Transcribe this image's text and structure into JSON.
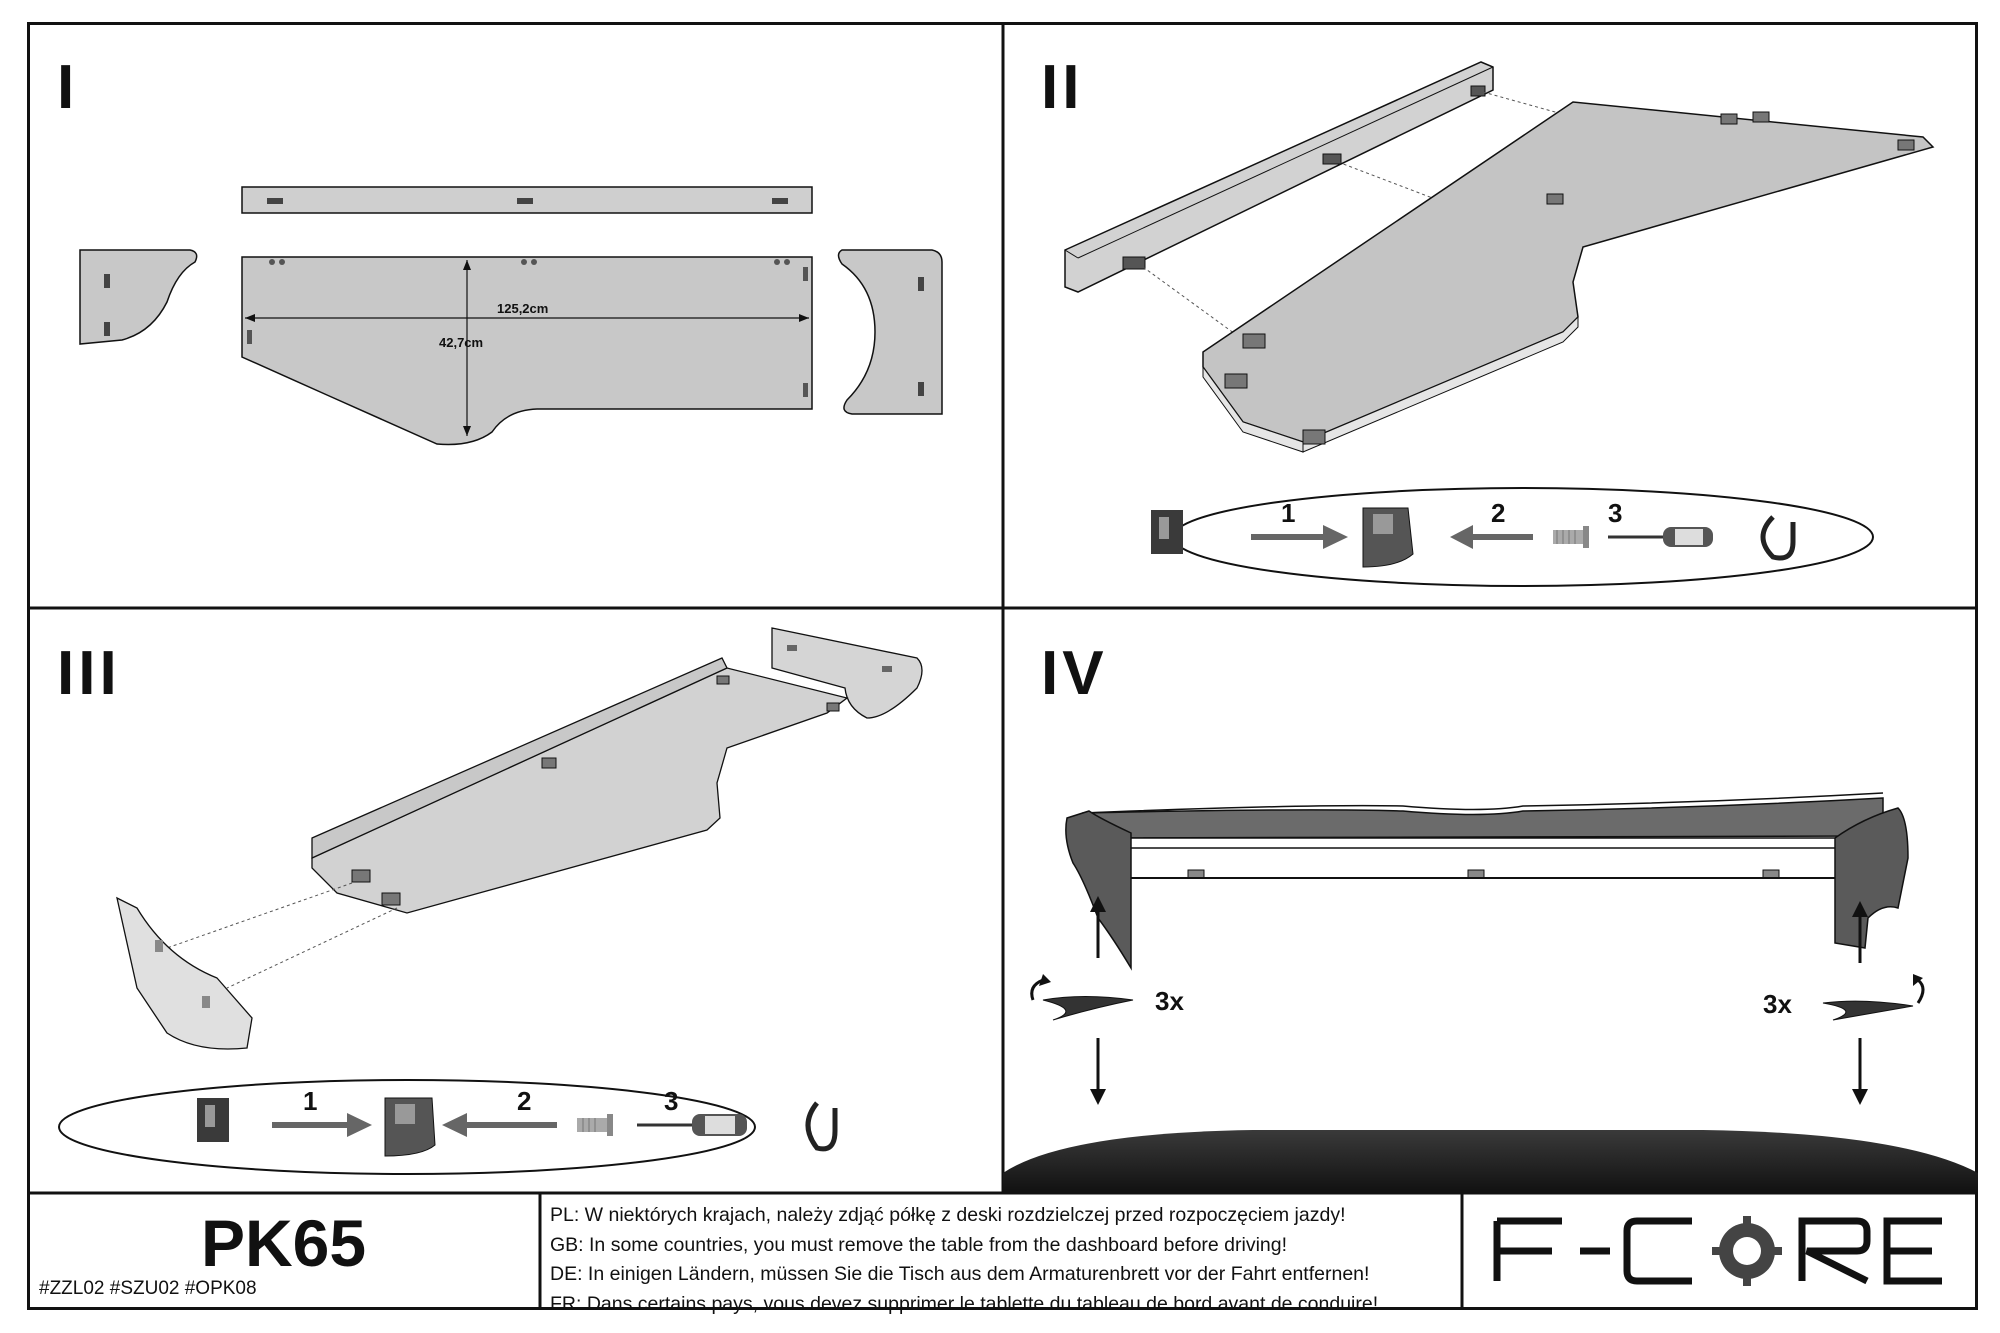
{
  "steps": {
    "step1": "I",
    "step2": "II",
    "step3": "III",
    "step4": "IV"
  },
  "dimensions": {
    "width": "125,2cm",
    "depth": "42,7cm"
  },
  "sequence": {
    "num1": "1",
    "num2": "2",
    "num3": "3"
  },
  "turns": {
    "left": "3x",
    "right": "3x"
  },
  "product": {
    "model": "PK65",
    "codes": "#ZZL02  #SZU02  #OPK08"
  },
  "warnings": {
    "pl": "PL: W niektórych krajach, należy zdjąć półkę z deski rozdzielczej przed rozpoczęciem jazdy!",
    "gb": "GB: In some countries, you must remove the table from the dashboard before driving!",
    "de": "DE: In einigen Ländern, müssen Sie die Tisch aus dem Armaturenbrett vor der Fahrt entfernen!",
    "fr": "FR: Dans certains pays, vous devez supprimer le tablette du tableau de bord avant de conduire!"
  },
  "brand": {
    "logo_text": "F-CORE"
  },
  "colors": {
    "line": "#111111",
    "panel_fill": "#c8c8c8",
    "dark_fill": "#595959"
  }
}
